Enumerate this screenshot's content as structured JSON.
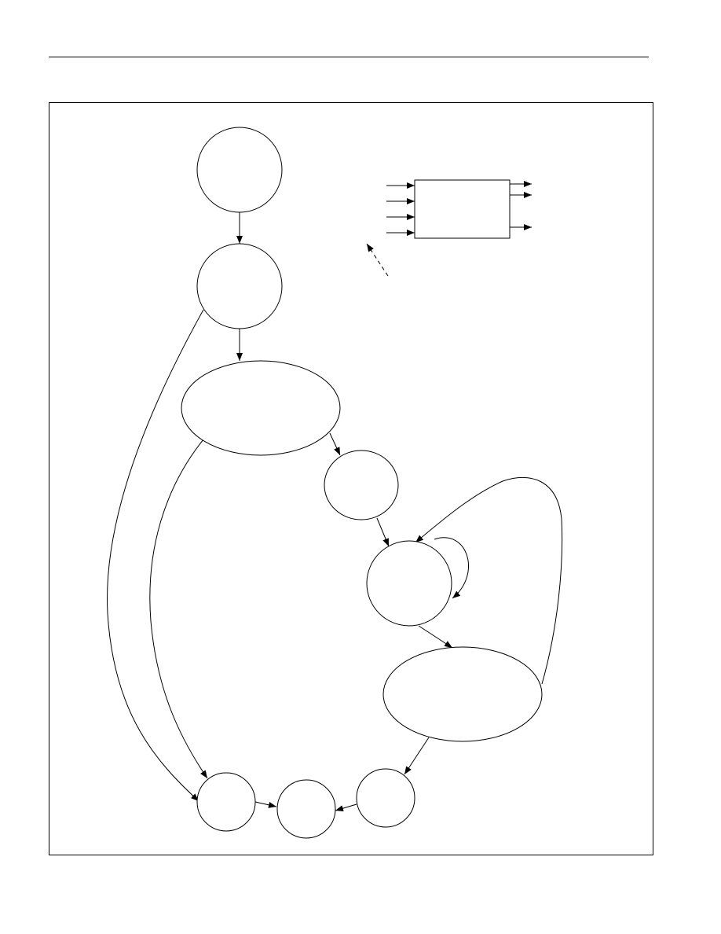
{
  "figure": {
    "kind": "state-transition-diagram",
    "stroke_color": "#000000",
    "fill_color": "#ffffff",
    "states": [
      {
        "id": "s1",
        "shape": "circle",
        "label": ""
      },
      {
        "id": "s2",
        "shape": "circle",
        "label": ""
      },
      {
        "id": "s3",
        "shape": "ellipse",
        "label": ""
      },
      {
        "id": "s4",
        "shape": "circle",
        "label": ""
      },
      {
        "id": "s5",
        "shape": "circle",
        "label": ""
      },
      {
        "id": "s6",
        "shape": "ellipse",
        "label": ""
      },
      {
        "id": "s7",
        "shape": "circle",
        "label": ""
      },
      {
        "id": "s8",
        "shape": "circle",
        "label": ""
      },
      {
        "id": "s9",
        "shape": "circle",
        "label": ""
      }
    ],
    "transitions": [
      {
        "from": "s1",
        "to": "s2"
      },
      {
        "from": "s2",
        "to": "s3"
      },
      {
        "from": "s2",
        "to": "s7"
      },
      {
        "from": "s3",
        "to": "s4"
      },
      {
        "from": "s3",
        "to": "s7"
      },
      {
        "from": "s4",
        "to": "s5"
      },
      {
        "from": "s5",
        "to": "s5",
        "self_loop": true
      },
      {
        "from": "s5",
        "to": "s6"
      },
      {
        "from": "s6",
        "to": "s5"
      },
      {
        "from": "s6",
        "to": "s9"
      },
      {
        "from": "s7",
        "to": "s8"
      },
      {
        "from": "s9",
        "to": "s8"
      }
    ],
    "block": {
      "inputs": 4,
      "outputs": 3
    }
  }
}
